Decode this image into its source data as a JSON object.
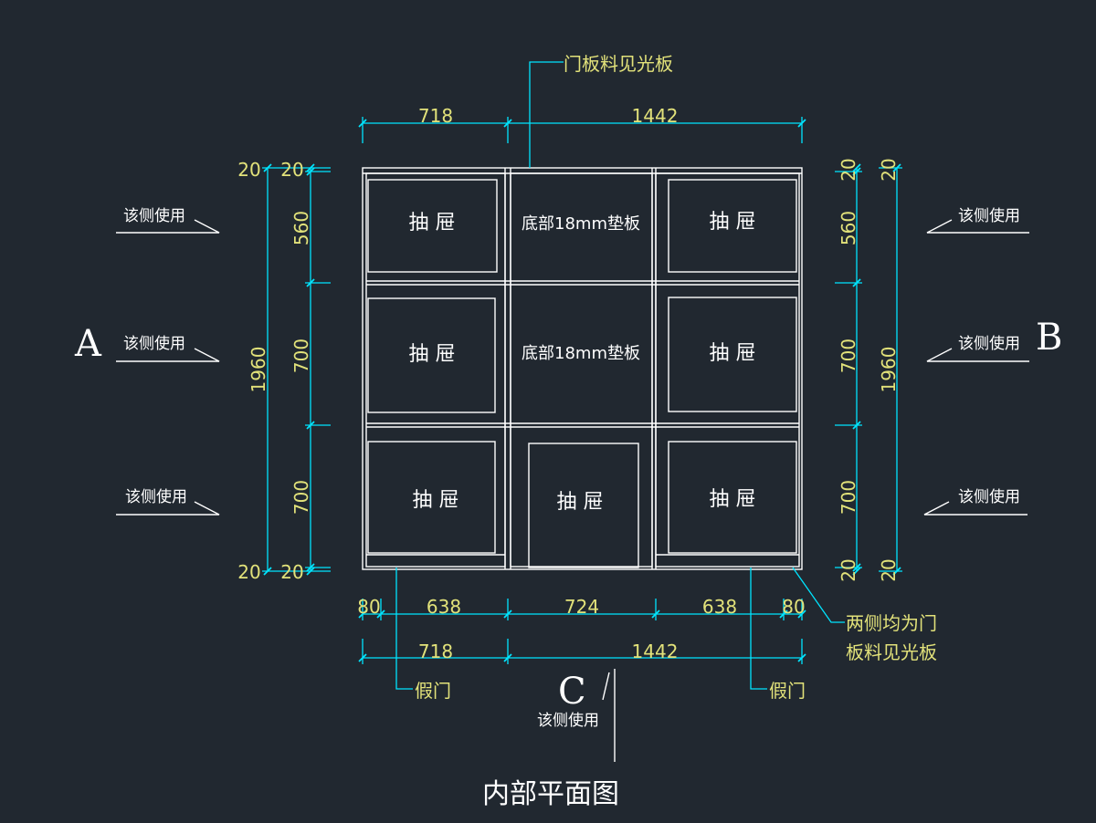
{
  "drawing": {
    "title": "内部平面图",
    "top_note": "门板料见光板",
    "right_note_line1": "两侧均为门",
    "right_note_line2": "板料见光板",
    "fake_door": "假门",
    "side_a": "A",
    "side_b": "B",
    "side_c": "C",
    "use_side": "该侧使用",
    "cells": {
      "drawer": "抽 屉",
      "pad": "底部18mm垫板"
    },
    "dims": {
      "top": [
        "718",
        "1442"
      ],
      "bottom1": [
        "80",
        "638",
        "724",
        "638",
        "80"
      ],
      "bottom2": [
        "718",
        "1442"
      ],
      "left_total": "1960",
      "right_total": "1960",
      "rows": [
        "560",
        "700",
        "700"
      ],
      "edge": "20"
    }
  },
  "colors": {
    "background": "#212830",
    "lines": "#ffffff",
    "dimension": "#00e5ff",
    "dim_text": "#e2e27a"
  }
}
